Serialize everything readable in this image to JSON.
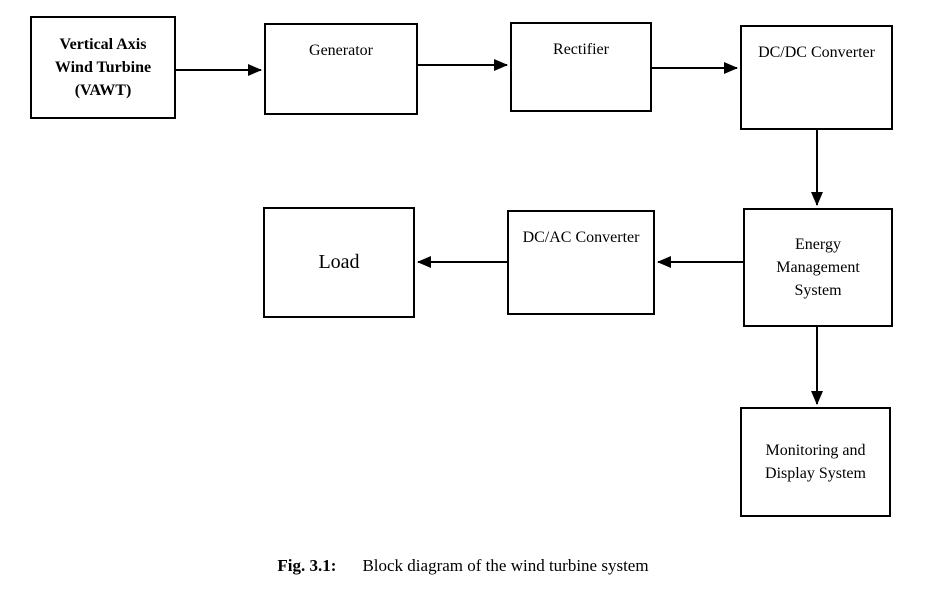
{
  "diagram": {
    "blocks": {
      "vawt": "Vertical Axis Wind Turbine (VAWT)",
      "generator": "Generator",
      "rectifier": "Rectifier",
      "dcdc_converter": "DC/DC Converter",
      "energy_management": "Energy Management System",
      "dcac_converter": "DC/AC Converter",
      "load": "Load",
      "monitoring": "Monitoring and Display System"
    },
    "connections": [
      {
        "from": "vawt",
        "to": "generator"
      },
      {
        "from": "generator",
        "to": "rectifier"
      },
      {
        "from": "rectifier",
        "to": "dcdc_converter"
      },
      {
        "from": "dcdc_converter",
        "to": "energy_management"
      },
      {
        "from": "energy_management",
        "to": "dcac_converter"
      },
      {
        "from": "dcac_converter",
        "to": "load"
      },
      {
        "from": "energy_management",
        "to": "monitoring"
      }
    ],
    "caption": {
      "label": "Fig. 3.1:",
      "text": "Block diagram of the wind turbine system"
    },
    "colors": {
      "line": "#000000",
      "background": "#ffffff"
    }
  }
}
